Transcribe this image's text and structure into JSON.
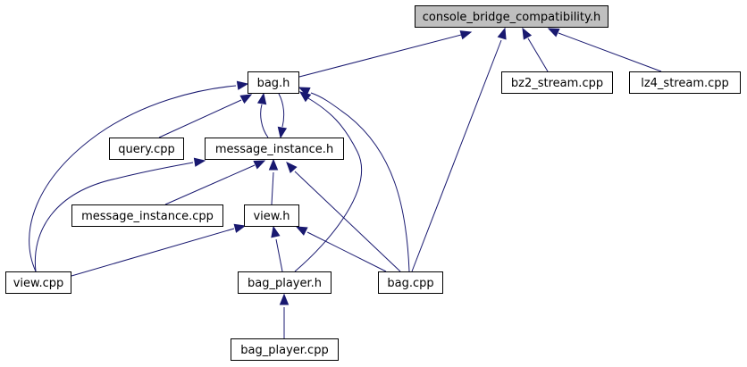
{
  "nodes": {
    "console_bridge": {
      "label": "console_bridge_compatibility.h",
      "root": true
    },
    "bag_h": {
      "label": "bag.h"
    },
    "bz2_stream": {
      "label": "bz2_stream.cpp"
    },
    "lz4_stream": {
      "label": "lz4_stream.cpp"
    },
    "query_cpp": {
      "label": "query.cpp"
    },
    "message_instance_h": {
      "label": "message_instance.h"
    },
    "message_instance_cpp": {
      "label": "message_instance.cpp"
    },
    "view_h": {
      "label": "view.h"
    },
    "view_cpp": {
      "label": "view.cpp"
    },
    "bag_player_h": {
      "label": "bag_player.h"
    },
    "bag_cpp": {
      "label": "bag.cpp"
    },
    "bag_player_cpp": {
      "label": "bag_player.cpp"
    }
  },
  "edges": [
    {
      "from": "bag_h",
      "to": "console_bridge"
    },
    {
      "from": "bz2_stream",
      "to": "console_bridge"
    },
    {
      "from": "lz4_stream",
      "to": "console_bridge"
    },
    {
      "from": "bag_cpp",
      "to": "console_bridge"
    },
    {
      "from": "query_cpp",
      "to": "bag_h"
    },
    {
      "from": "message_instance_h",
      "to": "bag_h"
    },
    {
      "from": "bag_h",
      "to": "message_instance_h"
    },
    {
      "from": "view_cpp",
      "to": "bag_h"
    },
    {
      "from": "bag_player_h",
      "to": "bag_h"
    },
    {
      "from": "bag_cpp",
      "to": "bag_h"
    },
    {
      "from": "message_instance_cpp",
      "to": "message_instance_h"
    },
    {
      "from": "view_h",
      "to": "message_instance_h"
    },
    {
      "from": "view_cpp",
      "to": "message_instance_h"
    },
    {
      "from": "bag_cpp",
      "to": "message_instance_h"
    },
    {
      "from": "view_cpp",
      "to": "view_h"
    },
    {
      "from": "bag_player_h",
      "to": "view_h"
    },
    {
      "from": "bag_cpp",
      "to": "view_h"
    },
    {
      "from": "bag_player_cpp",
      "to": "bag_player_h"
    }
  ]
}
